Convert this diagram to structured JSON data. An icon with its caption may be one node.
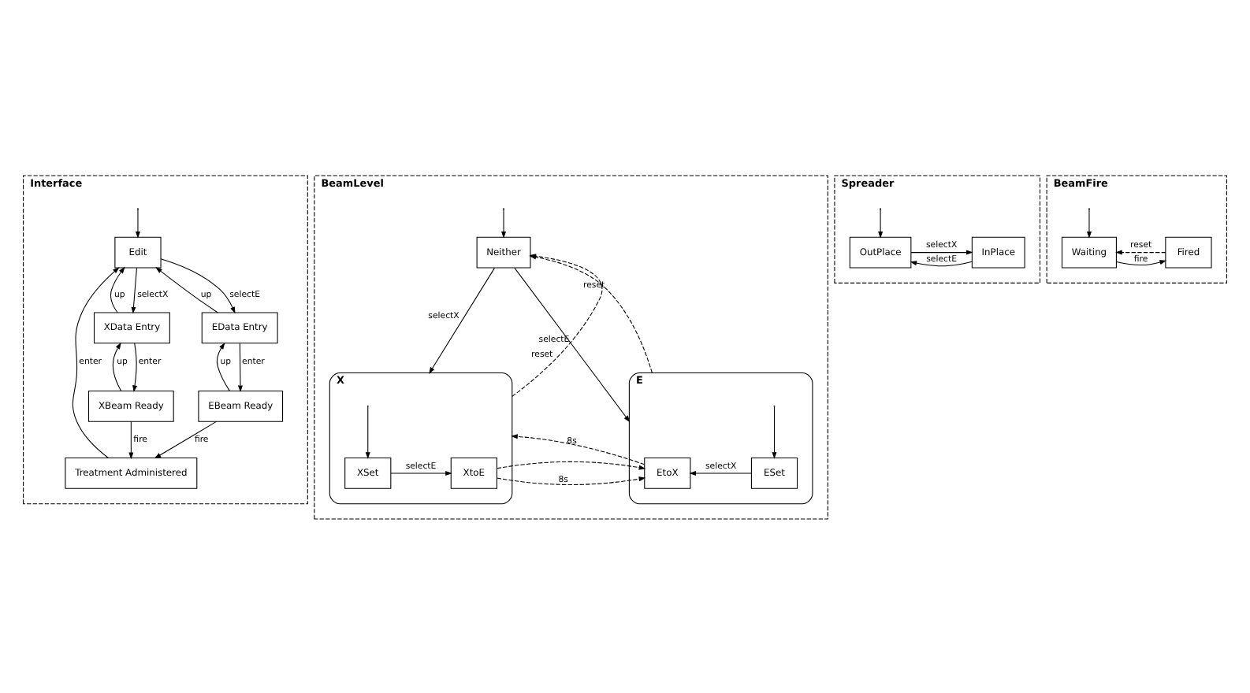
{
  "diagram": {
    "nodes": [
      {
        "text": [
          "Interface"
        ]
      },
      {
        "text": [
          "Edit"
        ],
        "in": 0
      },
      {
        "text": [
          "XData Entry"
        ],
        "in": 0
      },
      {
        "text": [
          "EData Entry"
        ],
        "in": 0
      },
      {
        "text": [
          "XBeam Ready"
        ],
        "in": 0
      },
      {
        "text": [
          "EBeam Ready"
        ],
        "in": 0
      },
      {
        "text": [
          "Treatment Administered"
        ],
        "in": 0
      },
      {
        "text": [
          "BeamLevel"
        ]
      },
      {
        "text": [
          "Neither"
        ],
        "in": 7
      },
      {
        "text": [
          "X"
        ],
        "in": 7
      },
      {
        "text": [
          "XSet"
        ],
        "in": 9
      },
      {
        "text": [
          "XtoE"
        ],
        "in": 9
      },
      {
        "text": [
          "E"
        ],
        "in": 7
      },
      {
        "text": [
          "EtoX"
        ],
        "in": 12
      },
      {
        "text": [
          "ESet"
        ],
        "in": 12
      },
      {
        "text": [
          "Spreader"
        ]
      },
      {
        "text": [
          "OutPlace"
        ],
        "in": 15
      },
      {
        "text": [
          "InPlace"
        ],
        "in": 15
      },
      {
        "text": [
          "BeamFire"
        ]
      },
      {
        "text": [
          "Waiting"
        ],
        "in": 18
      },
      {
        "text": [
          "Fired"
        ],
        "in": 18
      }
    ],
    "edges": [
      {
        "from": null,
        "to": 1,
        "arrow": "to"
      },
      {
        "from": 1,
        "to": 2,
        "arrow": "to",
        "label": "selectX"
      },
      {
        "from": 2,
        "to": 1,
        "arrow": "to",
        "label": "up"
      },
      {
        "from": 1,
        "to": 3,
        "arrow": "to",
        "label": "selectE"
      },
      {
        "from": 3,
        "to": 1,
        "arrow": "to",
        "label": "up"
      },
      {
        "from": 2,
        "to": 4,
        "arrow": "to",
        "label": "enter"
      },
      {
        "from": 4,
        "to": 2,
        "arrow": "to",
        "label": "up"
      },
      {
        "from": 3,
        "to": 5,
        "arrow": "to",
        "label": "enter"
      },
      {
        "from": 5,
        "to": 3,
        "arrow": "to",
        "label": "up"
      },
      {
        "from": 4,
        "to": 6,
        "arrow": "to",
        "label": "fire"
      },
      {
        "from": 5,
        "to": 6,
        "arrow": "to",
        "label": "fire"
      },
      {
        "from": 6,
        "to": 1,
        "arrow": "to",
        "label": "enter"
      },
      {
        "from": null,
        "to": 8,
        "arrow": "to"
      },
      {
        "from": 8,
        "to": 9,
        "arrow": "to",
        "label": "selectX"
      },
      {
        "from": 8,
        "to": 12,
        "arrow": "to",
        "label": "selectE"
      },
      {
        "from": 9,
        "to": 8,
        "arrow": "to",
        "label": "reset",
        "style": "dashed"
      },
      {
        "from": 12,
        "to": 8,
        "arrow": "to",
        "label": "reset",
        "style": "dashed"
      },
      {
        "from": null,
        "to": 10,
        "arrow": "to"
      },
      {
        "from": 10,
        "to": 11,
        "arrow": "to",
        "label": "selectE"
      },
      {
        "from": 11,
        "to": 12,
        "arrow": "to",
        "label": "8s",
        "style": "dashed"
      },
      {
        "from": 13,
        "to": 9,
        "arrow": "to",
        "label": "8s",
        "style": "dashed"
      },
      {
        "from": null,
        "to": 14,
        "arrow": "to"
      },
      {
        "from": 14,
        "to": 13,
        "arrow": "to",
        "label": "selectX"
      },
      {
        "from": null,
        "to": 16,
        "arrow": "to"
      },
      {
        "from": 16,
        "to": 17,
        "arrow": "to",
        "label": "selectX"
      },
      {
        "from": 17,
        "to": 16,
        "arrow": "to",
        "label": "selectE"
      },
      {
        "from": null,
        "to": 19,
        "arrow": "to"
      },
      {
        "from": 19,
        "to": 20,
        "arrow": "to",
        "label": "fire"
      },
      {
        "from": 20,
        "to": 19,
        "arrow": "to",
        "label": "reset",
        "style": "dashed"
      }
    ]
  }
}
